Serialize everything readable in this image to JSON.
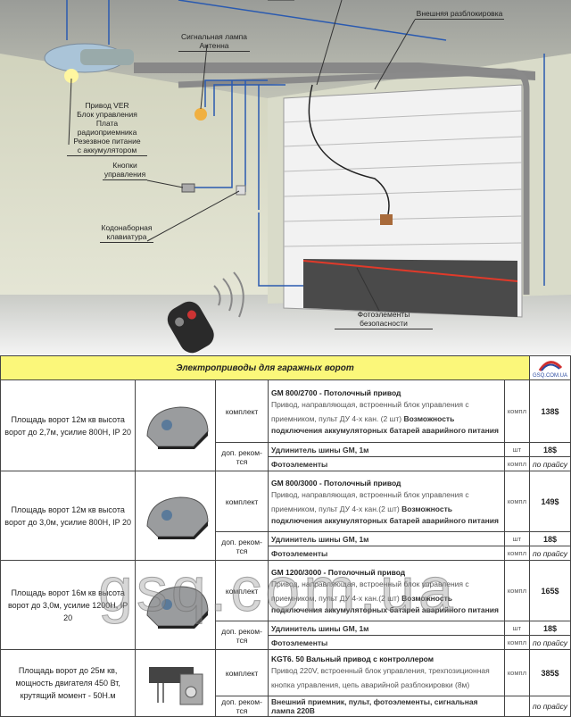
{
  "diagram": {
    "labels": {
      "drive": [
        "Привод VER",
        "Блок управления",
        "Плата радиоприемника",
        "Резезвное питание",
        "с аккумулятором"
      ],
      "lamp": [
        "Сигнальная лампа",
        "Антенна"
      ],
      "release": "Внешняя разблокировка",
      "buttons": [
        "Кнопки",
        "управления"
      ],
      "keypad": [
        "Кодонаборная",
        "клавиатура"
      ],
      "photocells": "Фотоэлементы безопасности"
    }
  },
  "table": {
    "title": "Электроприводы для гаражных ворот",
    "logo_text": "GSQ.COM.UA",
    "watermark": "gsq.com.ua",
    "rows": [
      {
        "desc": "Площадь ворот 12м кв высота ворот до 2,7м,  усилие 800Н, IP 20",
        "kit_label": "комплект",
        "model": "GM 800/2700 - Потолочный привод",
        "kit_text": "Привод, направляющая, встроенный блок управления с приемником, пульт ДУ 4-х кан. (2 шт)",
        "kit_bold": "Возможность подключения аккумуляторных батарей аварийного питания",
        "kit_unit": "компл",
        "kit_price": "138$",
        "extra_label": "доп. реком-тся",
        "extras": [
          {
            "name": "Удлинитель шины GM, 1м",
            "unit": "шт",
            "price": "18$"
          },
          {
            "name": "Фотоэлементы",
            "unit": "компл",
            "price": "по прайсу"
          }
        ]
      },
      {
        "desc": "Площадь ворот 12м кв  высота ворот до 3,0м,  усилие 800Н, IP 20",
        "kit_label": "комплект",
        "model": "GM 800/3000 - Потолочный привод",
        "kit_text": "Привод, направляющая, встроенный блок управления с приемником, пульт ДУ 4-х кан.(2 шт)",
        "kit_bold": "Возможность подключения аккумуляторных батарей аварийного питания",
        "kit_unit": "компл",
        "kit_price": "149$",
        "extra_label": "доп. реком-тся",
        "extras": [
          {
            "name": "Удлинитель шины GM, 1м",
            "unit": "шт",
            "price": "18$"
          },
          {
            "name": "Фотоэлементы",
            "unit": "компл",
            "price": "по прайсу"
          }
        ]
      },
      {
        "desc": "Площадь ворот 16м кв  высота ворот до 3,0м,  усилие 1200Н, IP 20",
        "kit_label": "комплект",
        "model": "GM 1200/3000 - Потолочный привод",
        "kit_text": "Привод, направляющая, встроенный блок управления с приемником, пульт ДУ 4-х кан.(2 шт)",
        "kit_bold": "Возможность подключения аккумуляторных батарей аварийного питания",
        "kit_unit": "компл",
        "kit_price": "165$",
        "extra_label": "доп. реком-тся",
        "extras": [
          {
            "name": "Удлинитель шины GM, 1м",
            "unit": "шт",
            "price": "18$"
          },
          {
            "name": "Фотоэлементы",
            "unit": "компл",
            "price": "по прайсу"
          }
        ]
      },
      {
        "desc": "Площадь ворот до 25м кв, мощность двигателя 450 Вт, крутящий момент - 50Н.м",
        "kit_label": "комплект",
        "model": "KGT6. 50 Вальный привод с контроллером",
        "kit_text": "Привод 220V, встроенный блок управления, трехпозиционная кнопка управления, цепь аварийной разблокировки (8м)",
        "kit_bold": "",
        "kit_unit": "компл",
        "kit_price": "385$",
        "extra_label": "доп. реком-тся",
        "extras": [
          {
            "name": "Внешний приемник, пульт, фотоэлементы, сигнальная лампа 220В",
            "unit": "",
            "price": "по прайсу"
          }
        ]
      }
    ]
  }
}
